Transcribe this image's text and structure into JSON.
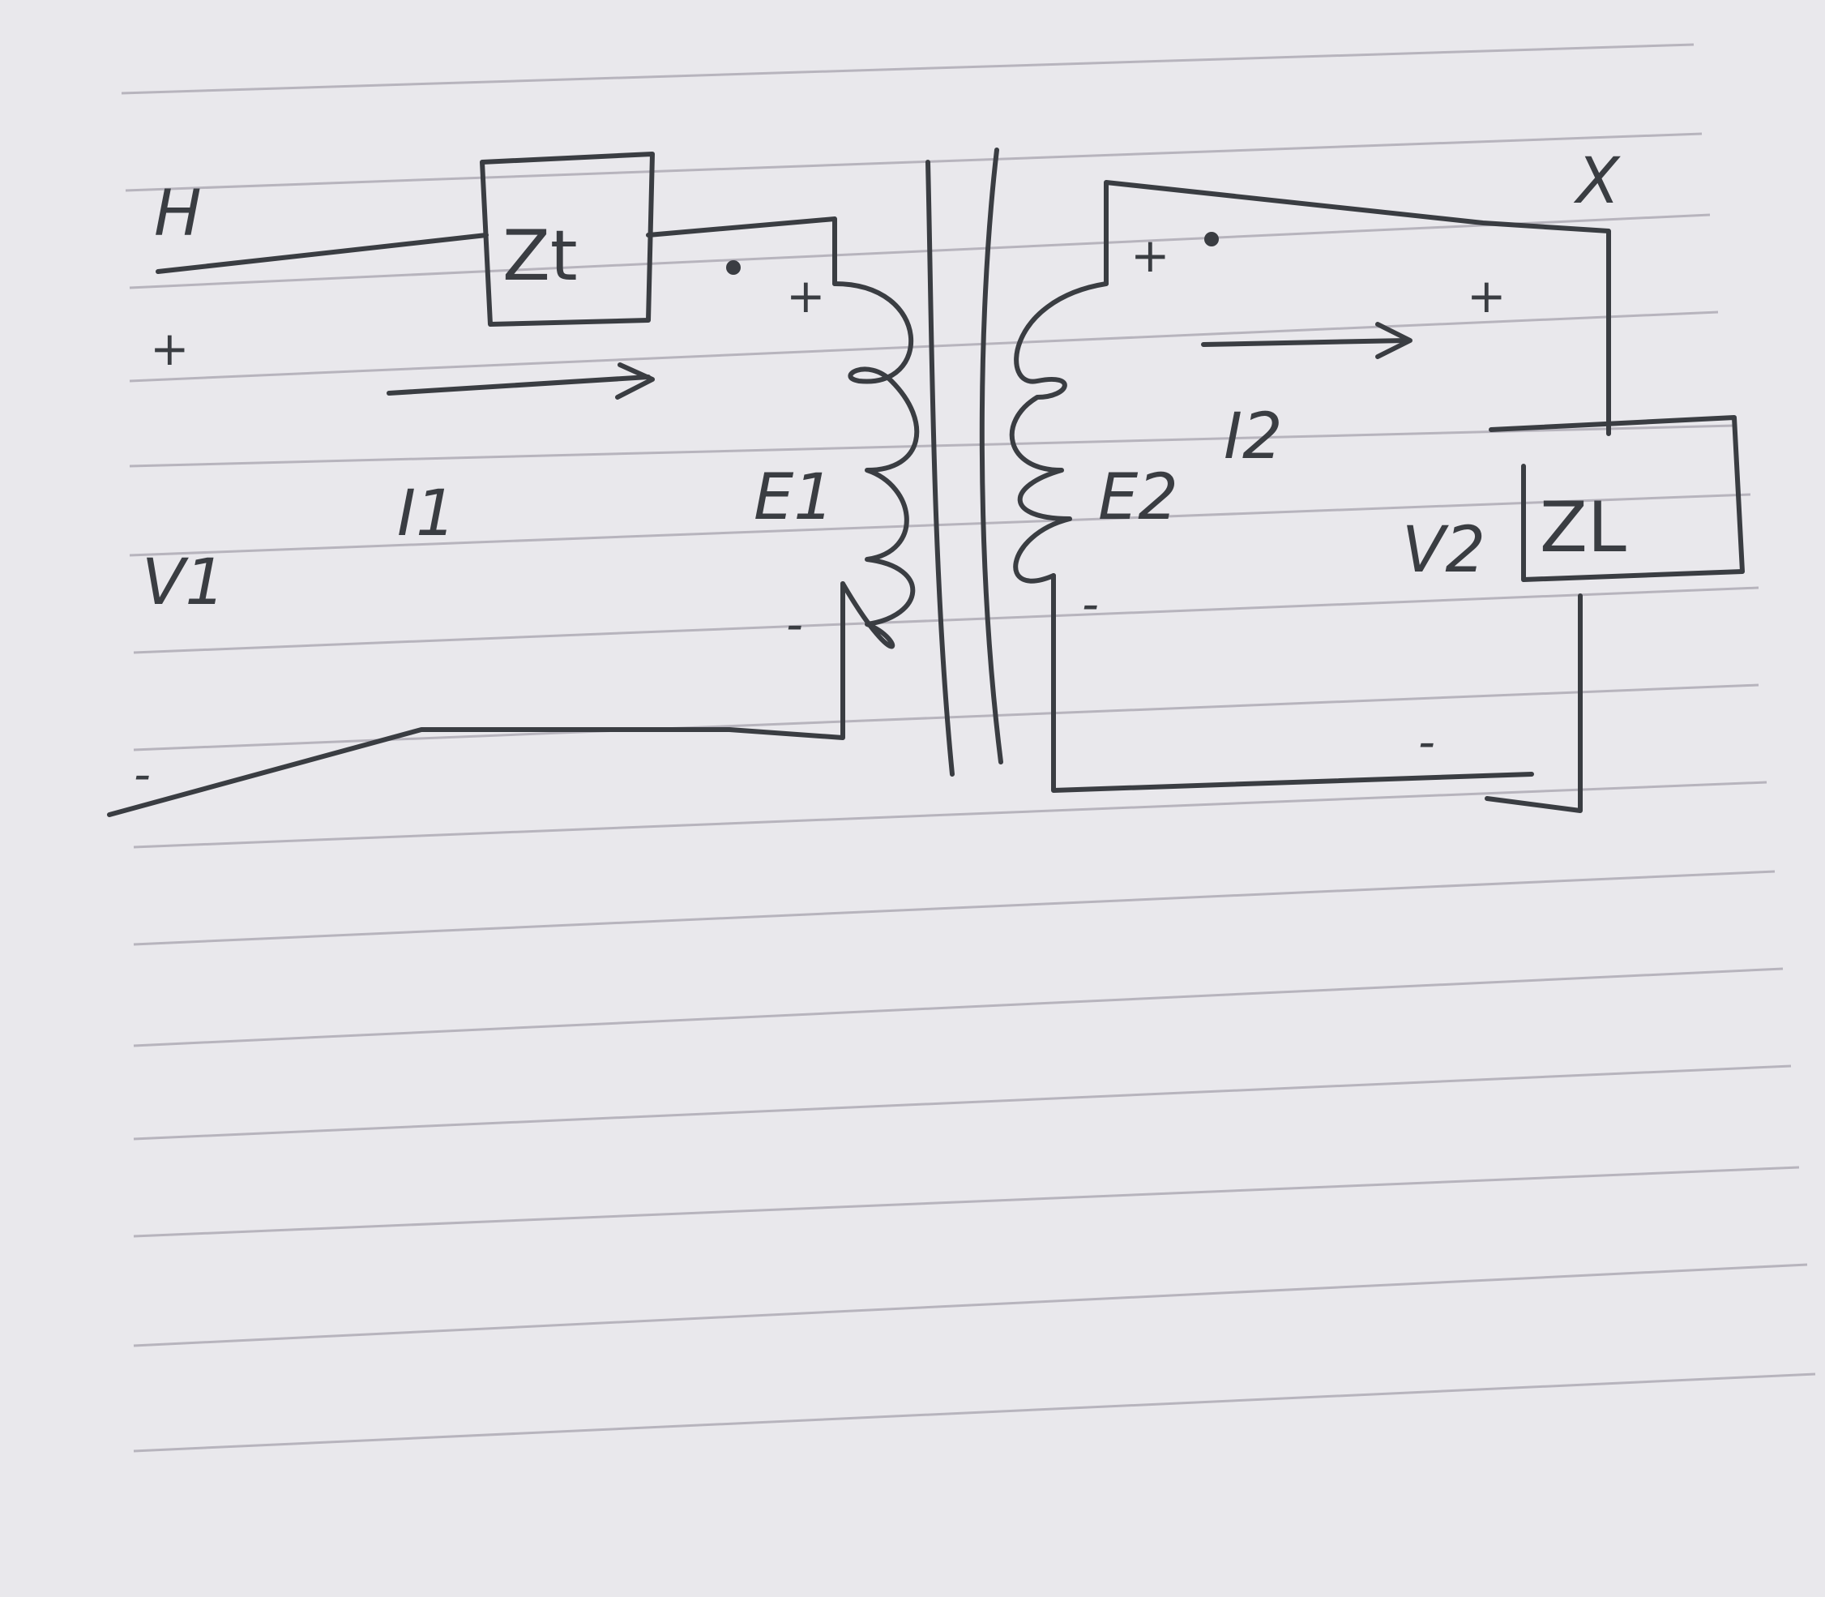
{
  "terminals": {
    "primary": "H",
    "secondary": "X"
  },
  "primary": {
    "voltage": "V1",
    "current": "I1",
    "emf": "E1",
    "series_impedance": "Zt",
    "plus": "+",
    "minus": "-"
  },
  "secondary": {
    "voltage": "V2",
    "current": "I2",
    "emf": "E2",
    "load_impedance": "ZL",
    "plus": "+",
    "minus": "-"
  },
  "colors": {
    "ink": "#3a3d42",
    "paper": "#e9e8ec",
    "rule": "#b7b4bd"
  }
}
